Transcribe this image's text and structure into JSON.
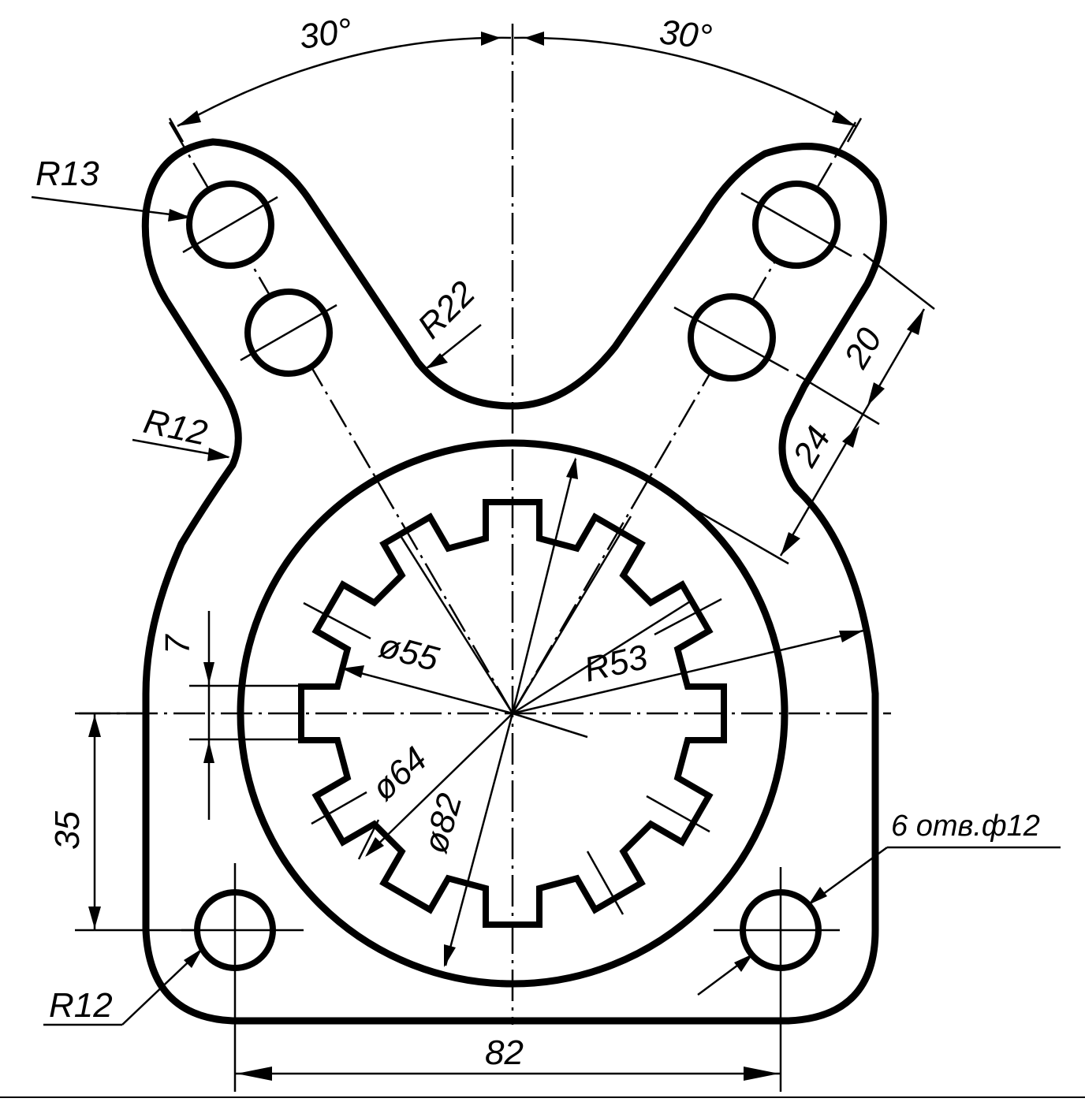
{
  "labels": {
    "angle_left": "30°",
    "angle_right": "30°",
    "r13": "R13",
    "r22": "R22",
    "r12_upper": "R12",
    "r12_lower": "R12",
    "dim_20": "20",
    "dim_24": "24",
    "dim_7": "7",
    "phi55": "ø55",
    "r53": "R53",
    "phi64": "ø64",
    "phi82": "ø82",
    "dim_35": "35",
    "holes_note": "6 отв.ф12",
    "dim_82": "82"
  }
}
